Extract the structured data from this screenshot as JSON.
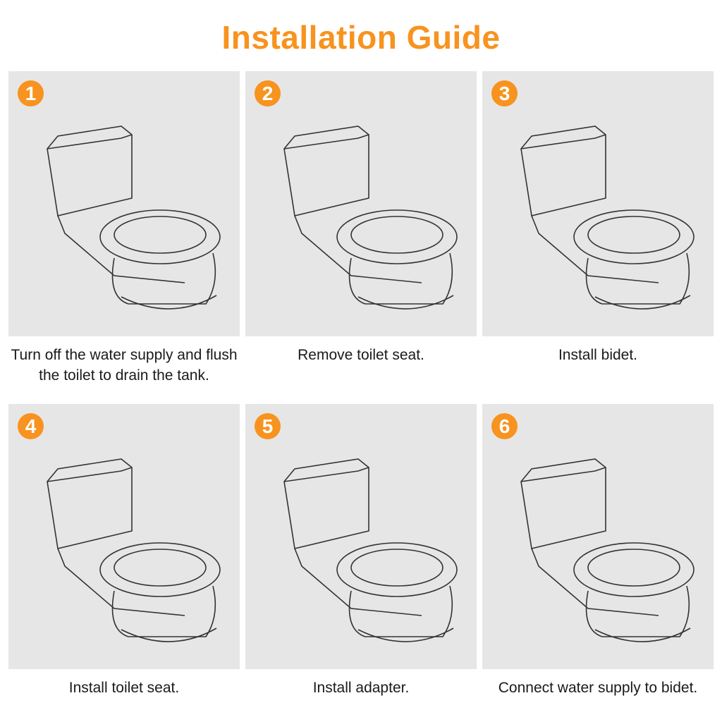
{
  "title": "Installation Guide",
  "accent_color": "#f7931e",
  "steps": [
    {
      "number": "1",
      "caption": "Turn off the water supply and flush the toilet to drain the tank."
    },
    {
      "number": "2",
      "caption": "Remove toilet seat."
    },
    {
      "number": "3",
      "caption": "Install bidet."
    },
    {
      "number": "4",
      "caption": "Install toilet seat."
    },
    {
      "number": "5",
      "caption": "Install adapter."
    },
    {
      "number": "6",
      "caption": "Connect water supply to bidet."
    }
  ]
}
